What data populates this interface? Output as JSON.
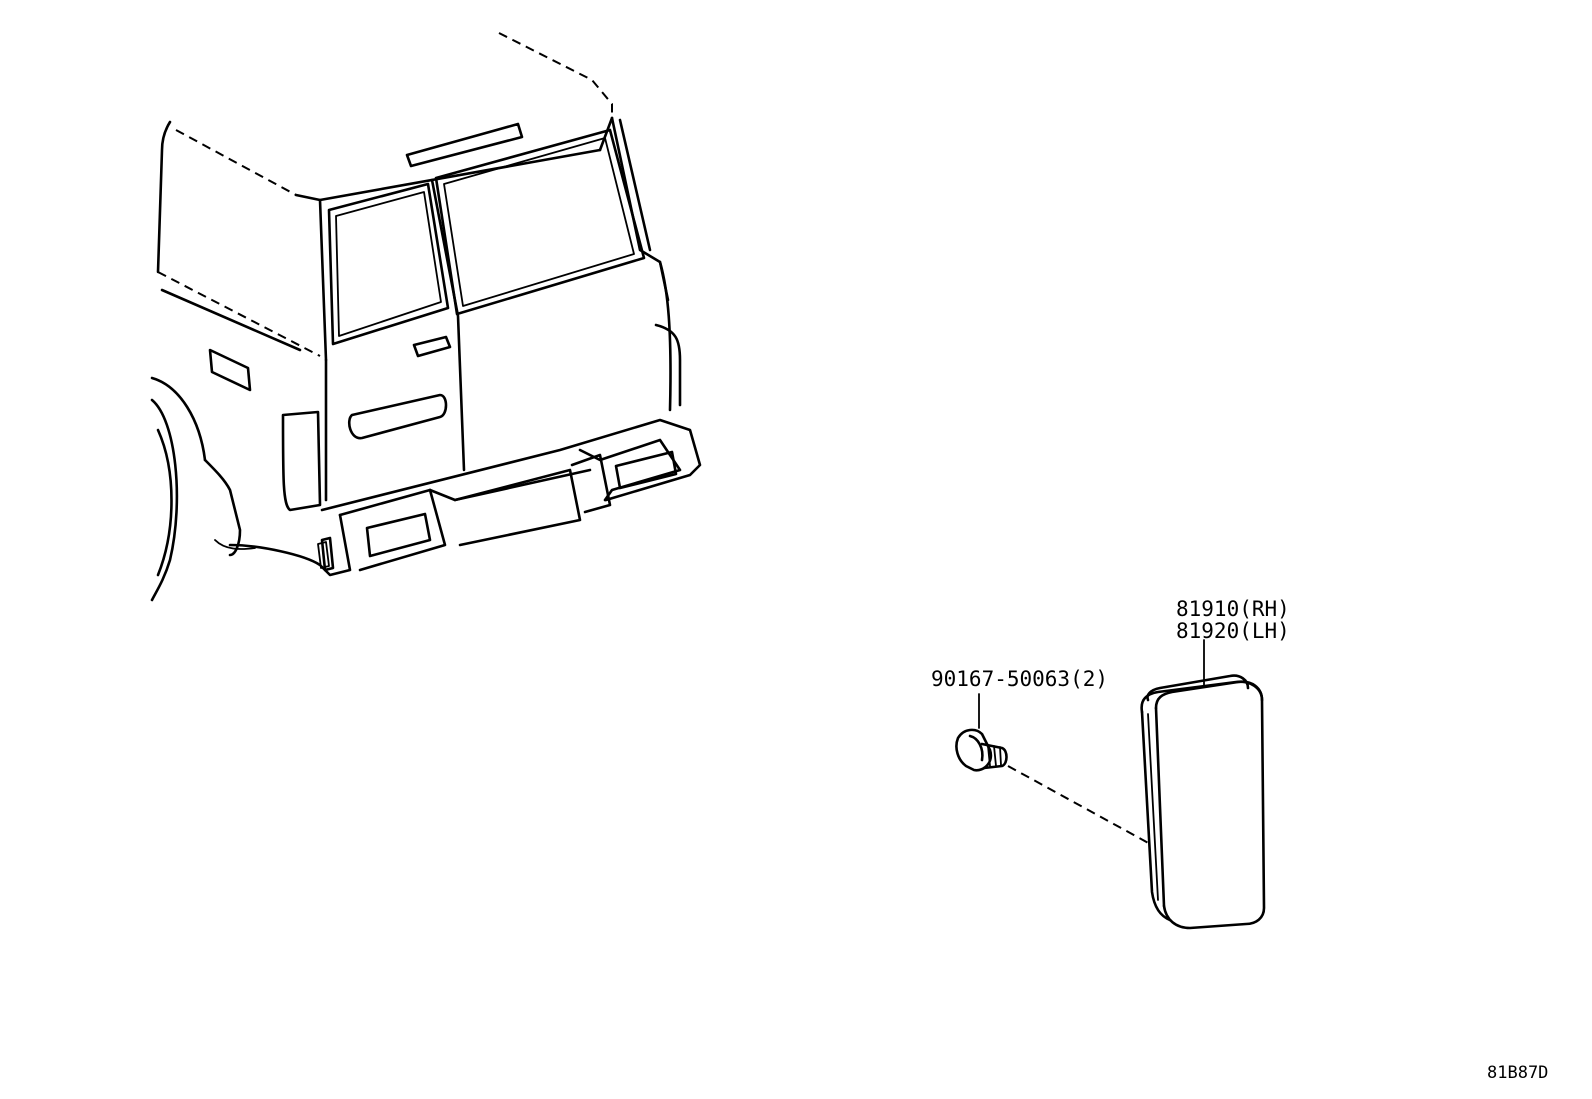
{
  "parts": [
    {
      "id": "reflector",
      "label_lines": [
        "81910(RH)",
        "81920(LH)"
      ],
      "icon": "rear-reflector-icon"
    },
    {
      "id": "screw",
      "label_lines": [
        "90167-50063(2)"
      ],
      "icon": "screw-icon"
    }
  ],
  "illustration_code": "81B87D",
  "vehicle_icon": "suv-rear-view-icon"
}
